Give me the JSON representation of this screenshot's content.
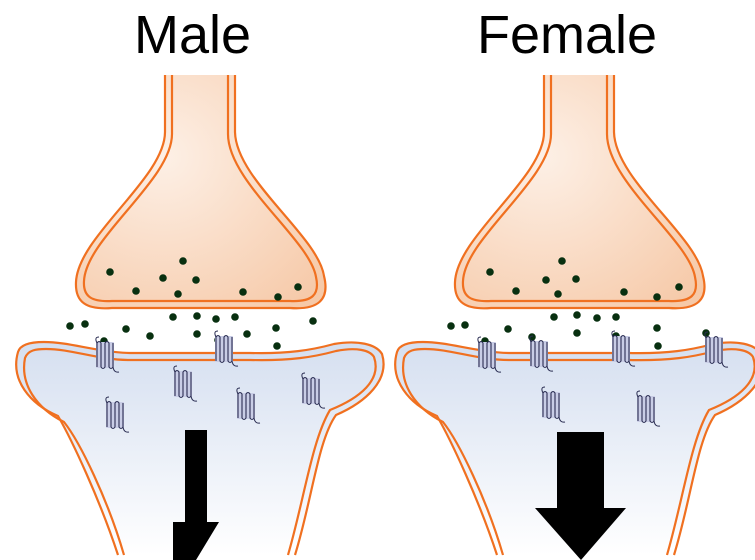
{
  "panels": [
    {
      "id": "male",
      "title": "Male"
    },
    {
      "id": "female",
      "title": "Female"
    }
  ],
  "colors": {
    "membrane": "#f07020",
    "presynaptic_fill_light": "#fdf0e6",
    "presynaptic_fill_dark": "#f6c9a8",
    "postsynaptic_fill_top": "#d5dff0",
    "postsynaptic_fill_bottom": "#ffffff",
    "neurotransmitter": "#083010",
    "receptor": "#9aa0c8",
    "arrow": "#000000",
    "background": "#ffffff"
  },
  "icons": {
    "neurotransmitter": "neurotransmitter-dot",
    "receptor": "receptor-icon",
    "signal": "downward-arrow-icon"
  },
  "relative_signal_strength": {
    "male": "weaker",
    "female": "stronger"
  }
}
